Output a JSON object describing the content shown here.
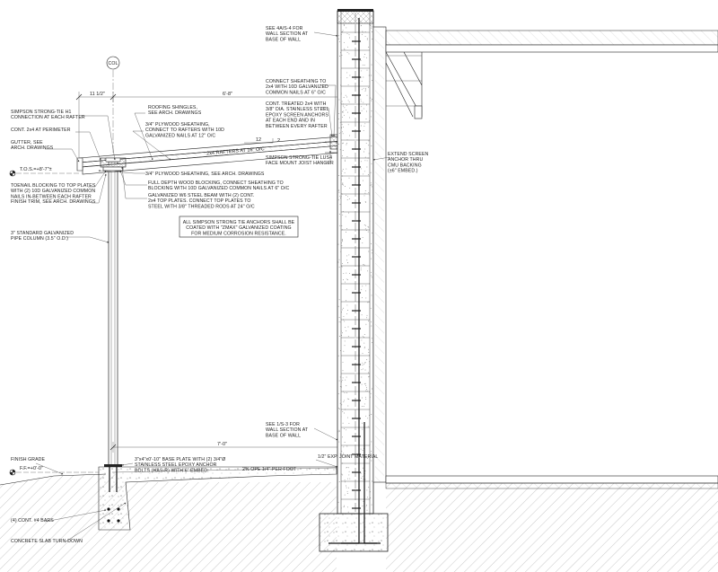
{
  "grid_marker": "COL",
  "dimensions": {
    "top_left": "11 1/2\"",
    "top_span": "6'-8\"",
    "bottom_span": "7'-0\"",
    "rafter_label": "2x4 RAFTERS AT 16\" O/C",
    "slope_num": "12",
    "slope_den": "2"
  },
  "elevations": {
    "tos": "T.O.S.=+8'-7\"±",
    "ff": "F.F.=+0'-0\""
  },
  "notes_left": [
    [
      "SIMPSON STRONG-TIE H1",
      "CONNECTION AT EACH RAFTER"
    ],
    [
      "CONT. 2x4 AT PERIMETER"
    ],
    [
      "GUTTER, SEE",
      "ARCH. DRAWINGS"
    ],
    [
      "TOENAIL BLOCKING TO TOP PLATES",
      "WITH (2) 10D GALVANIZED COMMON",
      "NAILS IN-BETWEEN EACH RAFTER"
    ],
    [
      "FINISH TRIM, SEE ARCH. DRAWINGS"
    ],
    [
      "3\" STANDARD GALVANIZED",
      "PIPE COLUMN (3.5\" O.D.)"
    ],
    [
      "FINISH GRADE"
    ],
    [
      "(4) CONT. #4 BARS"
    ],
    [
      "CONCRETE SLAB TURN-DOWN"
    ]
  ],
  "notes_center": [
    [
      "ROOFING SHINGLES,",
      "SEE ARCH. DRAWINGS"
    ],
    [
      "3/4\" PLYWOOD SHEATHING,",
      "CONNECT TO RAFTERS WITH 10D",
      "GALVANIZED NAILS AT 12\" O/C"
    ],
    [
      "3/4\" PLYWOOD SHEATHING, SEE ARCH. DRAWINGS"
    ],
    [
      "FULL DEPTH WOOD BLOCKING, CONNECT SHEATHING TO",
      "BLOCKING WITH 10D GALVANIZED COMMON NAILS AT 6\" O/C"
    ],
    [
      "GALVANIZED W6 STEEL BEAM WITH (2) CONT.",
      "2x4 TOP PLATES. CONNECT TOP PLATES TO",
      "STEEL WITH 3/8\" THREADED RODS AT 24\" O/C"
    ],
    [
      "3\"x4\"x0'-10\" BASE PLATE WITH (2) 3/4\"Ø",
      "STAINLESS STEEL EPOXY ANCHOR",
      "BOLTS (HAS-R) WITH 6\" EMBED."
    ]
  ],
  "boxed_note": [
    "ALL SIMPSON STRONG TIE ANCHORS SHALL BE",
    "COATED WITH \"ZMAX\" GALVANIZED COATING",
    "FOR MEDIUM CORROSION RESISTANCE."
  ],
  "notes_right": [
    [
      "SEE 4A/S-4 FOR",
      "WALL SECTION AT",
      "BASE OF WALL"
    ],
    [
      "CONNECT SHEATHING TO",
      "2x4 WITH 10D GALVANIZED",
      "COMMON NAILS AT 6\" O/C"
    ],
    [
      "CONT. TREATED 2x4 WITH",
      "3/8\" DIA. STAINLESS STEEL",
      "EPOXY SCREEN ANCHORS",
      "AT EACH END AND IN",
      "BETWEEN EVERY RAFTER"
    ],
    [
      "SIMPSON STRONG-TIE LUS4",
      "FACE MOUNT JOIST HANGER"
    ],
    [
      "SEE 1/S-3 FOR",
      "WALL SECTION AT",
      "BASE OF WALL"
    ],
    [
      "1/2\" EXP. JOINT MATERIAL"
    ],
    [
      "2% OPE 1/4\" PER FOOT"
    ]
  ],
  "notes_far_right": [
    [
      "EXTEND SCREEN",
      "ANCHOR THRU",
      "CMU BACKING",
      "(±6\" EMBED.)"
    ]
  ]
}
